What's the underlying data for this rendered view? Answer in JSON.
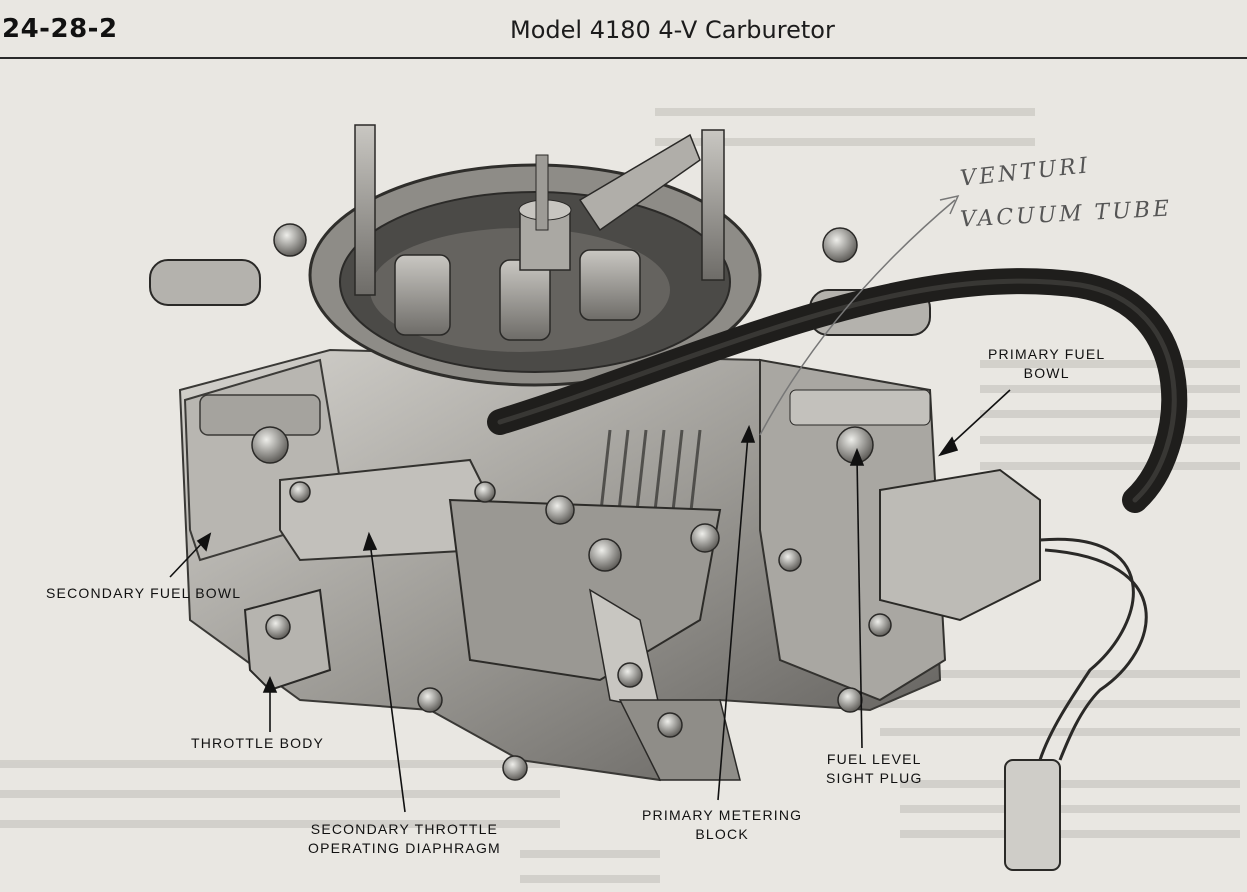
{
  "page": {
    "number": "24-28-2",
    "title": "Model 4180 4-V Carburetor"
  },
  "handwritten_note": {
    "line1": "VENTURI",
    "line2": "VACUUM TUBE"
  },
  "callouts": [
    {
      "id": "primary-fuel-bowl",
      "line1": "PRIMARY FUEL",
      "line2": "BOWL"
    },
    {
      "id": "secondary-fuel-bowl",
      "line1": "SECONDARY FUEL BOWL",
      "line2": ""
    },
    {
      "id": "throttle-body",
      "line1": "THROTTLE BODY",
      "line2": ""
    },
    {
      "id": "secondary-throttle-diaphragm",
      "line1": "SECONDARY THROTTLE",
      "line2": "OPERATING DIAPHRAGM"
    },
    {
      "id": "primary-metering-block",
      "line1": "PRIMARY METERING",
      "line2": "BLOCK"
    },
    {
      "id": "fuel-level-sight-plug",
      "line1": "FUEL LEVEL",
      "line2": "SIGHT PLUG"
    }
  ]
}
